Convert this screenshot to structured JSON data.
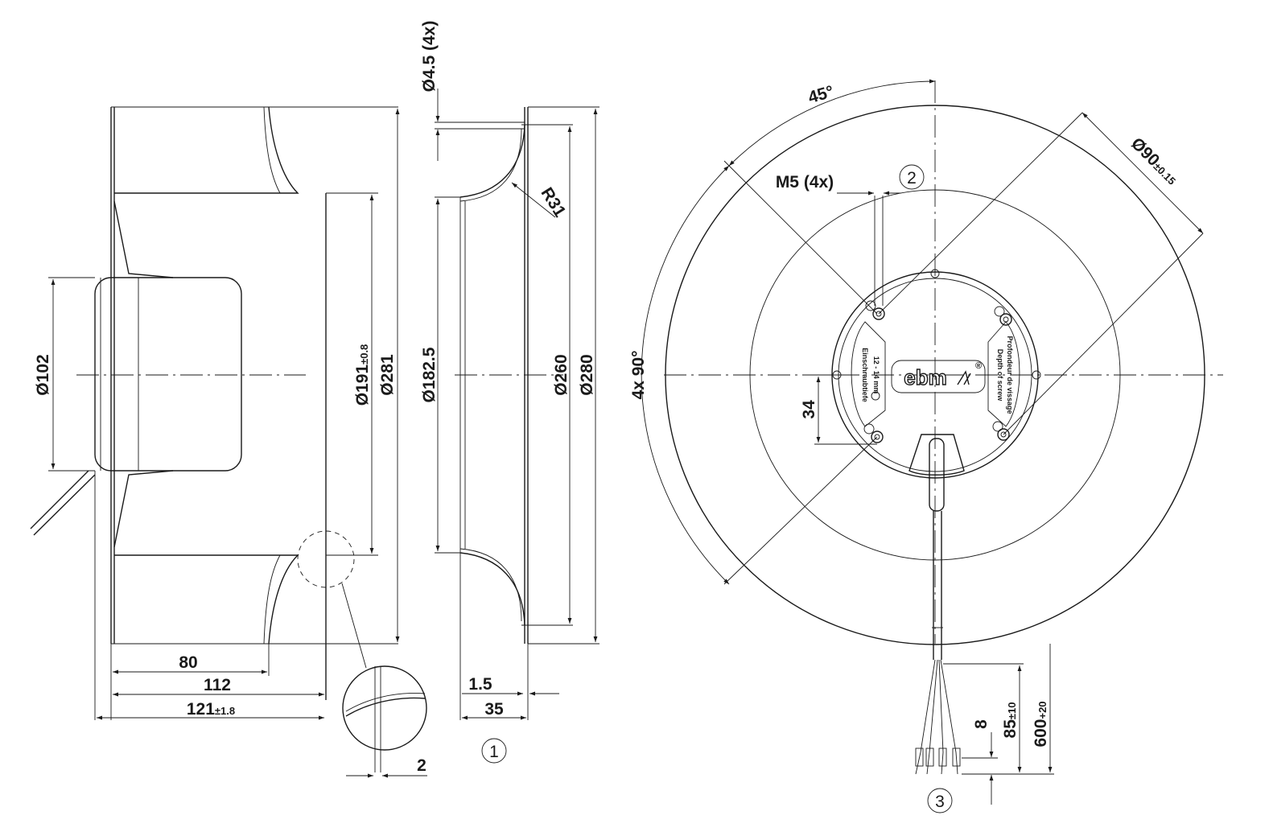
{
  "dimensions": {
    "d102": "Ø102",
    "d191": "Ø191",
    "d191_tol": "±0.8",
    "d281": "Ø281",
    "d45_4x": "Ø4.5 (4x)",
    "r31": "R31",
    "d182": "Ø182.5",
    "d260": "Ø260",
    "d280": "Ø280",
    "l80": "80",
    "l112": "112",
    "l121": "121",
    "l121_tol": "±1.8",
    "l2": "2",
    "l1_5": "1.5",
    "l35": "35",
    "a45": "45°",
    "m5": "M5 (4x)",
    "d90": "Ø90",
    "d90_tol": "±0.15",
    "a4x90": "4x 90°",
    "l34": "34",
    "l8": "8",
    "l85": "85",
    "l85_tol": "±10",
    "l600": "600",
    "l600_tol": "+20"
  },
  "callouts": {
    "c1": "1",
    "c2": "2",
    "c3": "3"
  },
  "motor_label": {
    "logo": "ebm",
    "registered": "®",
    "left_text": "Einschraubtiefe",
    "left_sub": "12 - 14 mm",
    "right_text": "Profondeur de vissage",
    "right_sub": "Depth of screw"
  }
}
